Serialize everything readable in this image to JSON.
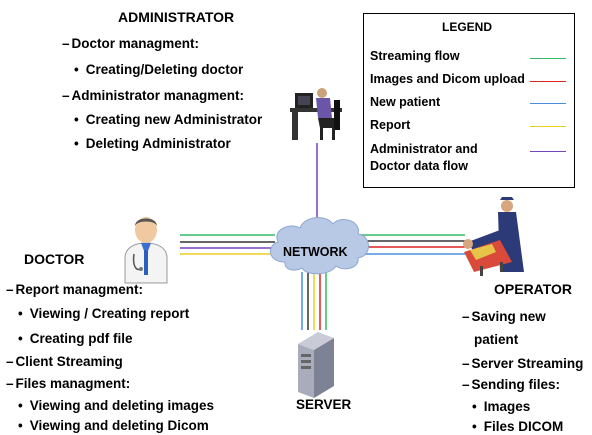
{
  "administrator": {
    "title": "ADMINISTRATOR",
    "items": [
      {
        "text": "Doctor managment:",
        "kind": "dash"
      },
      {
        "text": "Creating/Deleting doctor",
        "kind": "bullet"
      },
      {
        "text": "Administrator managment:",
        "kind": "dash"
      },
      {
        "text": "Creating new Administrator",
        "kind": "bullet"
      },
      {
        "text": "Deleting Administrator",
        "kind": "bullet"
      }
    ]
  },
  "legend": {
    "title": "LEGEND",
    "entries": [
      {
        "label": "Streaming flow",
        "color": "#33bb66"
      },
      {
        "label": "Images and Dicom upload",
        "color": "#dd2222"
      },
      {
        "label": "New patient",
        "color": "#4a8fdd"
      },
      {
        "label": "Report",
        "color": "#e8d020"
      },
      {
        "label_line1": "Administrator and",
        "label_line2": "Doctor data flow",
        "color": "#7744bb"
      }
    ]
  },
  "doctor": {
    "title": "DOCTOR",
    "items": [
      {
        "text": "Report managment:",
        "kind": "dash"
      },
      {
        "text": "Viewing / Creating report",
        "kind": "bullet"
      },
      {
        "text": "Creating pdf file",
        "kind": "bullet"
      },
      {
        "text": "Client Streaming",
        "kind": "dash"
      },
      {
        "text": "Files managment:",
        "kind": "dash"
      },
      {
        "text": "Viewing and deleting images",
        "kind": "bullet"
      },
      {
        "text": "Viewing and deleting Dicom",
        "kind": "bullet"
      }
    ]
  },
  "network": {
    "label": "NETWORK"
  },
  "server": {
    "label": "SERVER"
  },
  "operator": {
    "title": "OPERATOR",
    "items": [
      {
        "text": "Saving new",
        "kind": "dash"
      },
      {
        "text": "patient",
        "kind": "cont"
      },
      {
        "text": "Server Streaming",
        "kind": "dash"
      },
      {
        "text": "Sending files:",
        "kind": "dash"
      },
      {
        "text": "Images",
        "kind": "bullet"
      },
      {
        "text": "Files DICOM",
        "kind": "bullet"
      }
    ]
  },
  "colors": {
    "streaming": "#33bb66",
    "upload": "#dd2222",
    "new_patient": "#4a8fdd",
    "report": "#e8d020",
    "admin_flow": "#7744bb",
    "dark_line": "#333333",
    "cloud_fill": "#b8c9e6",
    "cloud_stroke": "#8fa8d0"
  }
}
